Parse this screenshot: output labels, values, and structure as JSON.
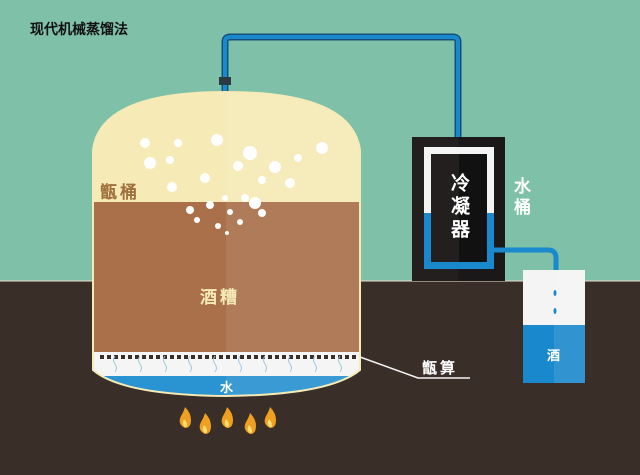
{
  "title": "现代机械蒸馏法",
  "labels": {
    "steamer_tank": "甑桶",
    "fermented_grains": "酒糟",
    "water": "水",
    "condenser": "冷凝器",
    "water_bucket": "水桶",
    "liquor": "酒",
    "steamer_grate": "甑算"
  },
  "colors": {
    "sky": "#7fc0a9",
    "ground": "#3a2e29",
    "tank_top": "#f6ebb6",
    "grains": "#a9704a",
    "water_blue": "#1a88cc",
    "pipe": "#1a7fc0",
    "condenser_box": "#231f1f"
  }
}
